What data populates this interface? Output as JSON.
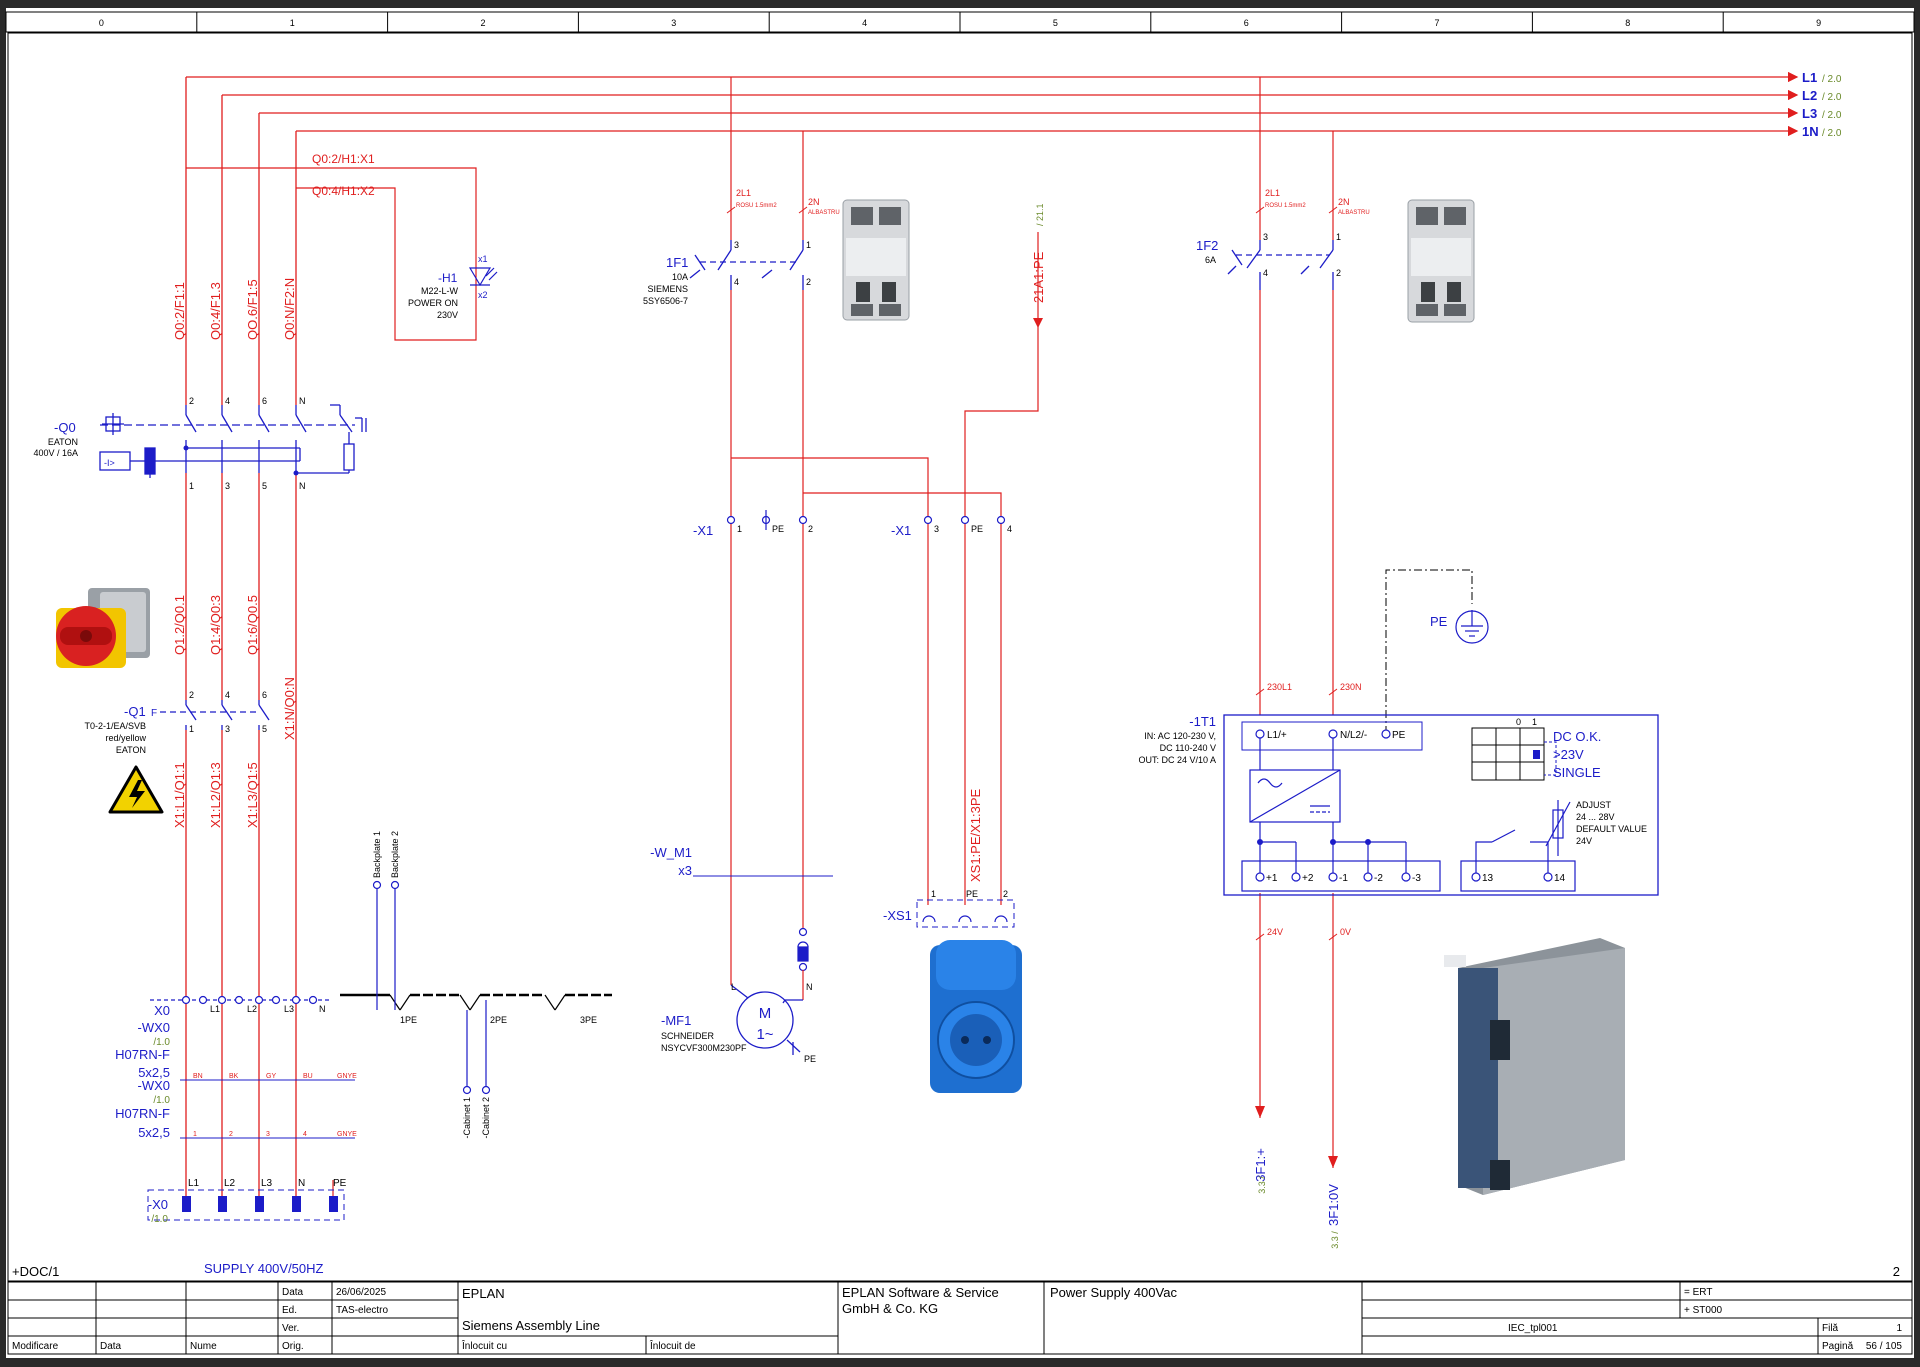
{
  "ruler": [
    "0",
    "1",
    "2",
    "3",
    "4",
    "5",
    "6",
    "7",
    "8",
    "9"
  ],
  "page_number_right": "2",
  "colors": {
    "wire": "#e01e1e",
    "device": "#1c1cc8",
    "xref": "#6a8a2a",
    "frame": "#000000",
    "background": "#ffffff"
  },
  "bus": {
    "items": [
      {
        "label": "L1",
        "ref": "/ 2.0"
      },
      {
        "label": "L2",
        "ref": "/ 2.0"
      },
      {
        "label": "L3",
        "ref": "/ 2.0"
      },
      {
        "label": "1N",
        "ref": "/ 2.0"
      }
    ]
  },
  "wire_labels": {
    "q0_h1_x1": "Q0:2/H1:X1",
    "q0_h1_x2": "Q0:4/H1:X2",
    "q0_f1_1": "Q0:2/F1:1",
    "q0_f1_3": "Q0:4/F1.3",
    "q0_f1_5": "QO.6/F1:5",
    "q0_n": "Q0:N/F2:N",
    "q1_2": "Q1.2/Q0.1",
    "q1_4": "Q1:4/Q0:3",
    "q1_6": "Q1:6/Q0.5",
    "x1_n": "X1:N/Q0:N",
    "x1_l1": "X1:L1/Q1:1",
    "x1_l2": "X1:L2/Q1:3",
    "x1_l3": "X1:L3/Q1:5",
    "xs1_pe": "XS1:PE/X1:3PE",
    "a1_pe": "21A1:PE",
    "a1_pe_ref": "/ 21.1",
    "out_plus": "3F1:+",
    "out_plus_ref": "3.3 /",
    "out_0v": "3F1:0V",
    "out_0v_ref": "3.3 /"
  },
  "devices": {
    "h1": {
      "tag": "-H1",
      "desc": [
        "M22-L-W",
        "POWER ON",
        "230V"
      ],
      "x1": "x1",
      "x2": "x2"
    },
    "q0": {
      "tag": "-Q0",
      "desc": [
        "EATON",
        "400V / 16A"
      ],
      "top": [
        "2",
        "4",
        "6",
        "N"
      ],
      "bottom": [
        "1",
        "3",
        "5",
        "N"
      ]
    },
    "q1": {
      "tag": "-Q1",
      "desc": [
        "T0-2-1/EA/SVB",
        "red/yellow",
        "EATON"
      ],
      "top": [
        "2",
        "4",
        "6"
      ],
      "bottom": [
        "1",
        "3",
        "5"
      ]
    },
    "f1": {
      "tag": "1F1",
      "desc": [
        "10A",
        "SIEMENS",
        "5SY6506-7"
      ],
      "wire1": "2L1",
      "wire1_sub": "ROSU 1.5mm2",
      "wire2": "2N",
      "wire2_sub": "ALBASTRU",
      "pins": [
        "3",
        "1",
        "4",
        "2"
      ]
    },
    "f2": {
      "tag": "1F2",
      "desc": [
        "6A"
      ],
      "wire1": "2L1",
      "wire1_sub": "ROSU 1.5mm2",
      "wire2": "2N",
      "wire2_sub": "ALBASTRU",
      "pins": [
        "3",
        "1",
        "4",
        "2"
      ]
    },
    "x1a": {
      "tag": "-X1",
      "pins": [
        "1",
        "PE",
        "2"
      ]
    },
    "x1b": {
      "tag": "-X1",
      "pins": [
        "3",
        "PE",
        "4"
      ]
    },
    "xs1": {
      "tag": "-XS1",
      "pins": [
        "1",
        "PE",
        "2"
      ]
    },
    "wm1": {
      "tag": "-W_M1",
      "sub": "x3"
    },
    "mf1": {
      "tag": "-MF1",
      "desc": [
        "SCHNEIDER",
        "NSYCVF300M230PF"
      ],
      "symbol": "M",
      "phase": "1~",
      "pin_l": "L",
      "pin_n": "N",
      "pin_pe": "PE"
    },
    "pe": {
      "tag": "PE"
    },
    "t1": {
      "tag": "-1T1",
      "desc": [
        "IN: AC 120-230 V,",
        "DC 110-240 V",
        "OUT: DC 24 V/10 A"
      ],
      "in_wires": [
        "230L1",
        "230N"
      ],
      "in_pins": [
        "L1/+",
        "N/L2/-",
        "PE"
      ],
      "out_pins": [
        "+1",
        "+2",
        "-1",
        "-2",
        "-3"
      ],
      "relay_pins": [
        "13",
        "14"
      ],
      "status": [
        "DC O.K.",
        ">23V",
        "SINGLE"
      ],
      "switch_pos": [
        "0",
        "1"
      ],
      "adjust": [
        "ADJUST",
        "24 ... 28V",
        "DEFAULT VALUE",
        "24V"
      ],
      "out_wires": [
        "24V",
        "0V"
      ]
    },
    "x0": {
      "tag": "X0",
      "pins": [
        "L1",
        "L2",
        "L3",
        "N"
      ],
      "pe_pins": [
        "1PE",
        "2PE",
        "3PE"
      ],
      "backplates": [
        "Backplate 1",
        "Backplate 2"
      ],
      "cabinets": [
        "-Cabinet 1",
        "-Cabinet 2"
      ],
      "cable1": {
        "tag": "-WX0",
        "ref": "/1.0",
        "type": "H07RN-F",
        "size": "5x2,5",
        "cores": [
          "BN",
          "BK",
          "GY",
          "BU",
          "GNYE"
        ]
      },
      "cable2": {
        "tag": "-WX0",
        "ref": "/1.0",
        "type": "H07RN-F",
        "size": "5x2,5",
        "cores": [
          "1",
          "2",
          "3",
          "4",
          "GNYE"
        ]
      },
      "strip": {
        "tag": "-X0",
        "ref": "/1.0",
        "pins": [
          "L1",
          "L2",
          "L3",
          "N",
          "PE"
        ]
      }
    }
  },
  "footer": {
    "doc": "+DOC/1",
    "supply": "SUPPLY 400V/50HZ",
    "labels": {
      "modificare": "Modificare",
      "data": "Data",
      "nume": "Nume",
      "date_label": "Data",
      "ed": "Ed.",
      "ver": "Ver.",
      "orig": "Orig.",
      "inlocuit_cu": "Înlocuit cu",
      "inlocuit_de": "Înlocuit de",
      "fila": "Filă",
      "pagina": "Pagină"
    },
    "date_value": "26/06/2025",
    "ed_value": "TAS-electro",
    "brand": "EPLAN",
    "project": "Siemens Assembly Line",
    "company": [
      "EPLAN Software & Service",
      "GmbH & Co. KG"
    ],
    "page_title": "Power Supply 400Vac",
    "eq": "= ERT",
    "loc": "+ ST000",
    "template": "IEC_tpl001",
    "fila_value": "1",
    "pagina_value": "56 / 105"
  }
}
